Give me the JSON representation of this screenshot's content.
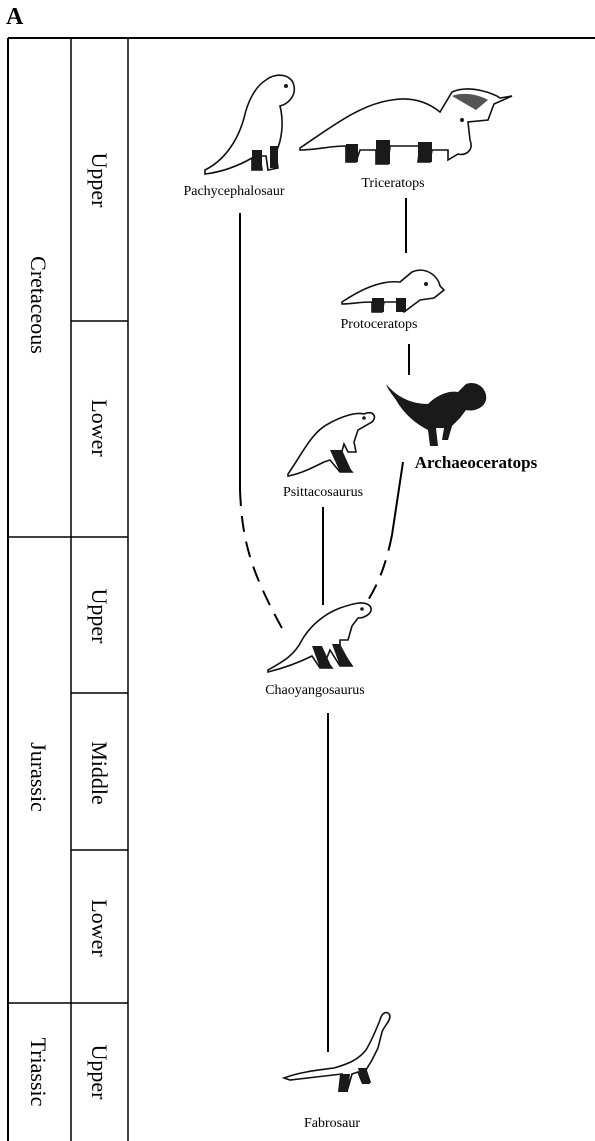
{
  "panel_label": "A",
  "periods": [
    {
      "name": "Cretaceous"
    },
    {
      "name": "Jurassic"
    },
    {
      "name": "Triassic"
    }
  ],
  "epochs": [
    {
      "name": "Upper",
      "period": "Cretaceous"
    },
    {
      "name": "Lower",
      "period": "Cretaceous"
    },
    {
      "name": "Upper",
      "period": "Jurassic"
    },
    {
      "name": "Middle",
      "period": "Jurassic"
    },
    {
      "name": "Lower",
      "period": "Jurassic"
    },
    {
      "name": "Upper",
      "period": "Triassic"
    }
  ],
  "taxa": {
    "pachycephalosaur": "Pachycephalosaur",
    "triceratops": "Triceratops",
    "protoceratops": "Protoceratops",
    "archaeoceratops": "Archaeoceratops",
    "psittacosaurus": "Psittacosaurus",
    "chaoyangosaurus": "Chaoyangosaurus",
    "fabrosaur": "Fabrosaur"
  },
  "colors": {
    "line": "#000000",
    "background": "#ffffff"
  }
}
